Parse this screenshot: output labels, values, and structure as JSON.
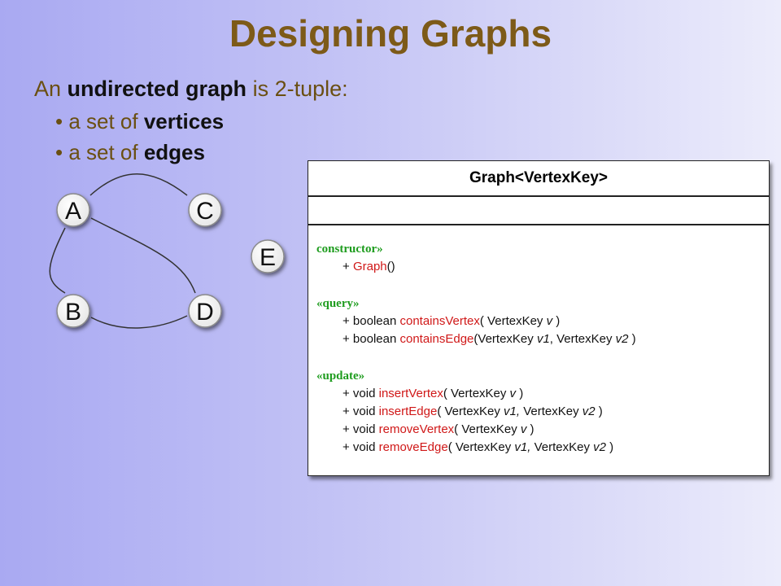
{
  "slide": {
    "title": "Designing Graphs",
    "intro": {
      "prefix": "An ",
      "term": "undirected graph",
      "suffix": " is 2-tuple:"
    },
    "bullets": [
      {
        "prefix": "• a set of ",
        "term": "vertices"
      },
      {
        "prefix": "• a set of ",
        "term": "edges"
      }
    ]
  },
  "graph": {
    "nodes": [
      "A",
      "C",
      "E",
      "B",
      "D"
    ],
    "edges": [
      [
        "A",
        "C"
      ],
      [
        "A",
        "B"
      ],
      [
        "A",
        "D"
      ],
      [
        "B",
        "D"
      ]
    ]
  },
  "uml": {
    "class_name": "Graph<VertexKey>",
    "groups": [
      {
        "stereotype": "constructor»",
        "ops": [
          {
            "pre": "+ ",
            "name": "Graph",
            "args": [
              {
                "t": "()",
                "i": false
              }
            ]
          }
        ]
      },
      {
        "stereotype": "«query»",
        "ops": [
          {
            "pre": "+ boolean ",
            "name": "containsVertex",
            "args": [
              {
                "t": "( VertexKey ",
                "i": false
              },
              {
                "t": "v",
                "i": true
              },
              {
                "t": " )",
                "i": false
              }
            ]
          },
          {
            "pre": "+ boolean ",
            "name": "containsEdge",
            "args": [
              {
                "t": "(VertexKey ",
                "i": false
              },
              {
                "t": "v1",
                "i": true
              },
              {
                "t": ", VertexKey ",
                "i": false
              },
              {
                "t": "v2",
                "i": true
              },
              {
                "t": " )",
                "i": false
              }
            ]
          }
        ]
      },
      {
        "stereotype": "«update»",
        "ops": [
          {
            "pre": "+ void ",
            "name": "insertVertex",
            "args": [
              {
                "t": "( VertexKey ",
                "i": false
              },
              {
                "t": "v",
                "i": true
              },
              {
                "t": " )",
                "i": false
              }
            ]
          },
          {
            "pre": "+ void ",
            "name": "insertEdge",
            "args": [
              {
                "t": "( VertexKey ",
                "i": false
              },
              {
                "t": "v1,",
                "i": true
              },
              {
                "t": " VertexKey ",
                "i": false
              },
              {
                "t": "v2",
                "i": true
              },
              {
                "t": " )",
                "i": false
              }
            ]
          },
          {
            "pre": "+ void ",
            "name": "removeVertex",
            "args": [
              {
                "t": "( VertexKey ",
                "i": false
              },
              {
                "t": "v",
                "i": true
              },
              {
                "t": " )",
                "i": false
              }
            ]
          },
          {
            "pre": "+ void ",
            "name": "removeEdge",
            "args": [
              {
                "t": "( VertexKey ",
                "i": false
              },
              {
                "t": "v1,",
                "i": true
              },
              {
                "t": " VertexKey ",
                "i": false
              },
              {
                "t": "v2",
                "i": true
              },
              {
                "t": " )",
                "i": false
              }
            ]
          }
        ]
      }
    ]
  }
}
